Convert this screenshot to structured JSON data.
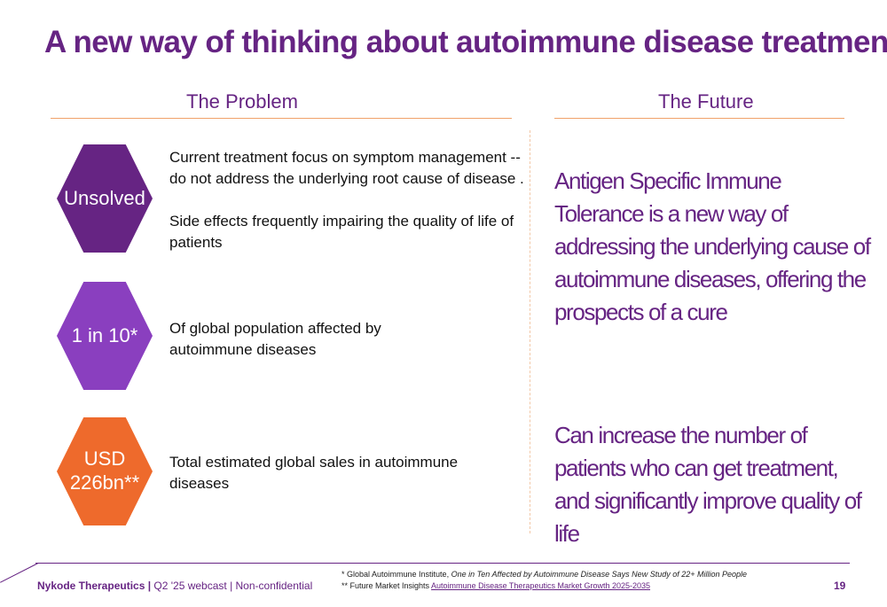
{
  "slide": {
    "title": "A new way of thinking about autoimmune disease treatment",
    "page_number": "19"
  },
  "problem": {
    "heading": "The Problem",
    "items": [
      {
        "badge": "Unsolved",
        "color": "#662483",
        "lines": [
          "Current treatment focus on symptom management -- do not address the underlying root cause of disease .",
          "Side effects frequently impairing the quality of life of patients"
        ]
      },
      {
        "badge": "1 in 10*",
        "color": "#8a3fbf",
        "lines": [
          "Of global population affected by autoimmune diseases"
        ]
      },
      {
        "badge": "USD\n226bn**",
        "color": "#ee6a2c",
        "lines": [
          "Total estimated global sales in autoimmune diseases"
        ]
      }
    ]
  },
  "future": {
    "heading": "The Future",
    "statements": [
      "Antigen Specific Immune Tolerance is a new way of addressing the underlying cause of autoimmune diseases, offering the prospects of a cure",
      "Can increase the number of patients who can get treatment, and significantly improve quality of life"
    ]
  },
  "footer": {
    "company": "Nykode Therapeutics |",
    "context": " Q2 '25 webcast | Non-confidential",
    "note1_prefix": "* Global Autoimmune Institute, ",
    "note1_italic": "One in Ten Affected by Autoimmune Disease Says New Study of 22+ Million People",
    "note2_prefix": "** Future Market Insights ",
    "note2_link": "Autoimmune Disease Therapeutics Market Growth 2025-2035"
  },
  "colors": {
    "brand_purple": "#662483",
    "accent_orange": "#ee6a2c",
    "light_purple": "#8a3fbf"
  }
}
